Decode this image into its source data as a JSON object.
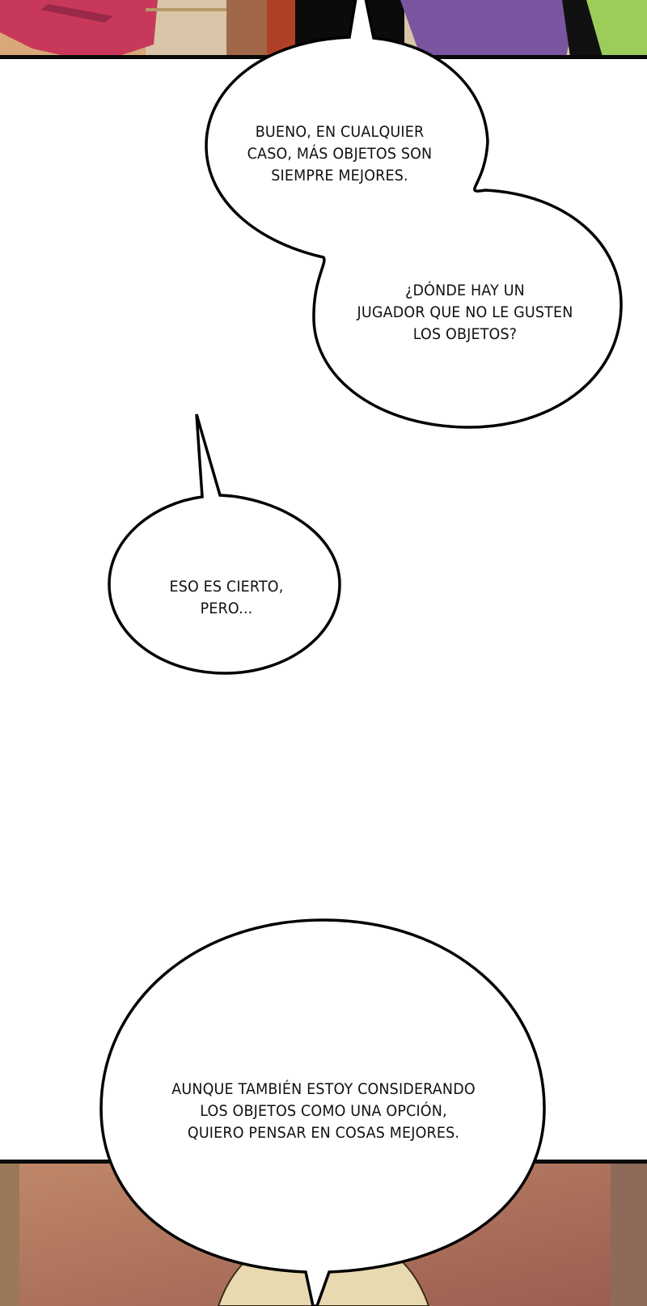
{
  "comic": {
    "panels": [
      {
        "name": "top-panel-art",
        "description": "characters in red, purple and green clothing against beige wall"
      },
      {
        "name": "bottom-panel-art",
        "description": "blonde character's head against brown background"
      }
    ],
    "bubbles": [
      {
        "lines": [
          "BUENO, EN CUALQUIER",
          "CASO, MÁS OBJETOS SON",
          "SIEMPRE MEJORES."
        ]
      },
      {
        "lines": [
          "¿DÓNDE HAY UN",
          "JUGADOR QUE NO LE GUSTEN",
          "LOS OBJETOS?"
        ]
      },
      {
        "lines": [
          "ESO ES CIERTO,",
          "PERO..."
        ]
      },
      {
        "lines": [
          "AUNQUE TAMBIÉN ESTOY CONSIDERANDO",
          "LOS OBJETOS COMO UNA OPCIÓN,",
          "QUIERO PENSAR EN COSAS MEJORES."
        ]
      }
    ],
    "colors": {
      "panel_border": "#0a0a0a",
      "bubble_fill": "#ffffff",
      "red_cloth": "#c8385a",
      "purple_cloth": "#7a55a0",
      "green_cloth": "#9ccc5a",
      "beige_wall": "#d9c6a8",
      "brown_bg": "#a86e58",
      "blonde_hair": "#e8d9b0"
    }
  }
}
